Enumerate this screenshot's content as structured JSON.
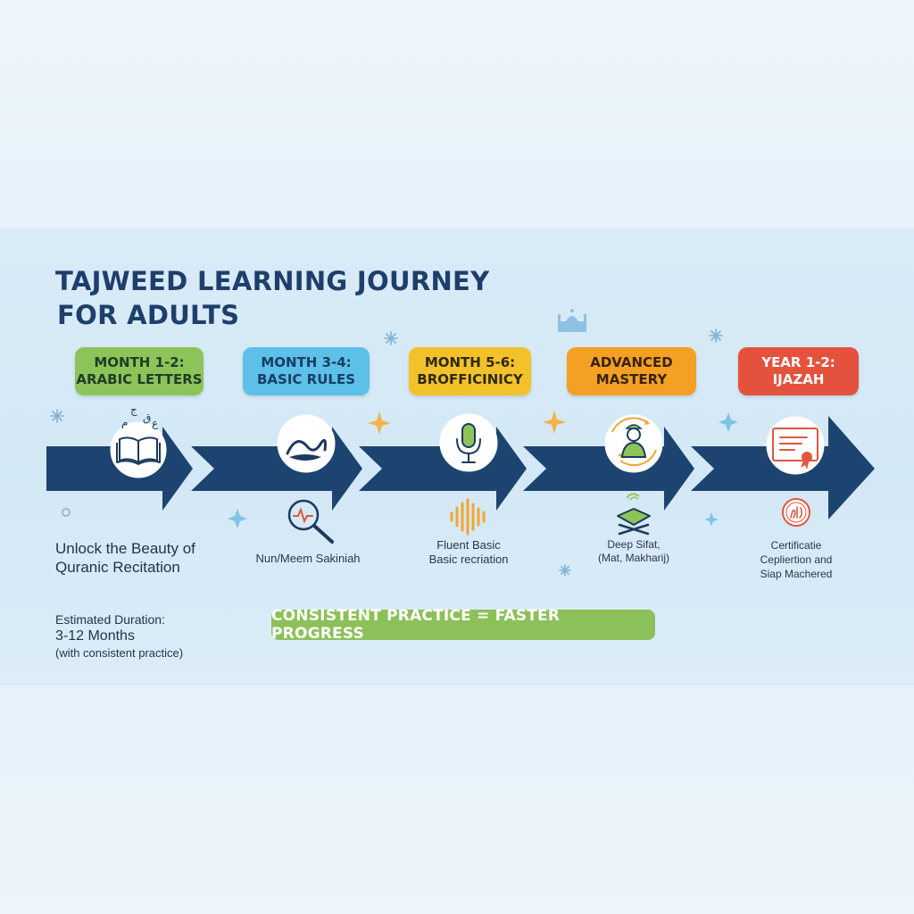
{
  "title": {
    "line1": "TAJWEED LEARNING JOURNEY",
    "line2": "FOR ADULTS"
  },
  "stages": [
    {
      "label1": "MONTH 1-2:",
      "label2": "ARABIC LETTERS",
      "color": "#8dc45a",
      "icon": "open-book-icon"
    },
    {
      "label1": "MONTH 3-4:",
      "label2": "BASIC RULES",
      "color": "#5cc0e8",
      "icon": "wave-symbol-icon",
      "sub_icon": "magnifier-wave-icon",
      "caption": [
        "Nun/Meem Sakiniah"
      ]
    },
    {
      "label1": "MONTH 5-6:",
      "label2": "BROFFICINICY",
      "color": "#f3c22b",
      "icon": "microphone-icon",
      "sub_icon": "sound-wave-icon",
      "caption": [
        "Fluent Basic",
        "Basic recriation"
      ]
    },
    {
      "label1": "ADVANCED",
      "label2": "MASTERY",
      "color": "#f4a024",
      "icon": "teacher-cycle-icon",
      "sub_icon": "quran-stand-icon",
      "caption": [
        "Deep Sifat,",
        "(Mat, Makharij)"
      ]
    },
    {
      "label1": "YEAR 1-2:",
      "label2": "IJAZAH",
      "color": "#e4523d",
      "icon": "certificate-icon",
      "sub_icon": "calligraphy-seal-icon",
      "caption": [
        "Certificatie",
        "Cepliertion and",
        "Siap Machered"
      ]
    }
  ],
  "intro": {
    "line1": "Unlock the Beauty of",
    "line2": "Quranic Recitation"
  },
  "duration": {
    "line1": "Estimated Duration:",
    "line2": "3-12 Months",
    "line3": "(with consistent practice)"
  },
  "tagline": "CONSISTENT PRACTICE = FASTER PROGRESS",
  "colors": {
    "arrow": "#1d4470",
    "title": "#1e3f6b",
    "tagline_bg": "#8cc159"
  }
}
